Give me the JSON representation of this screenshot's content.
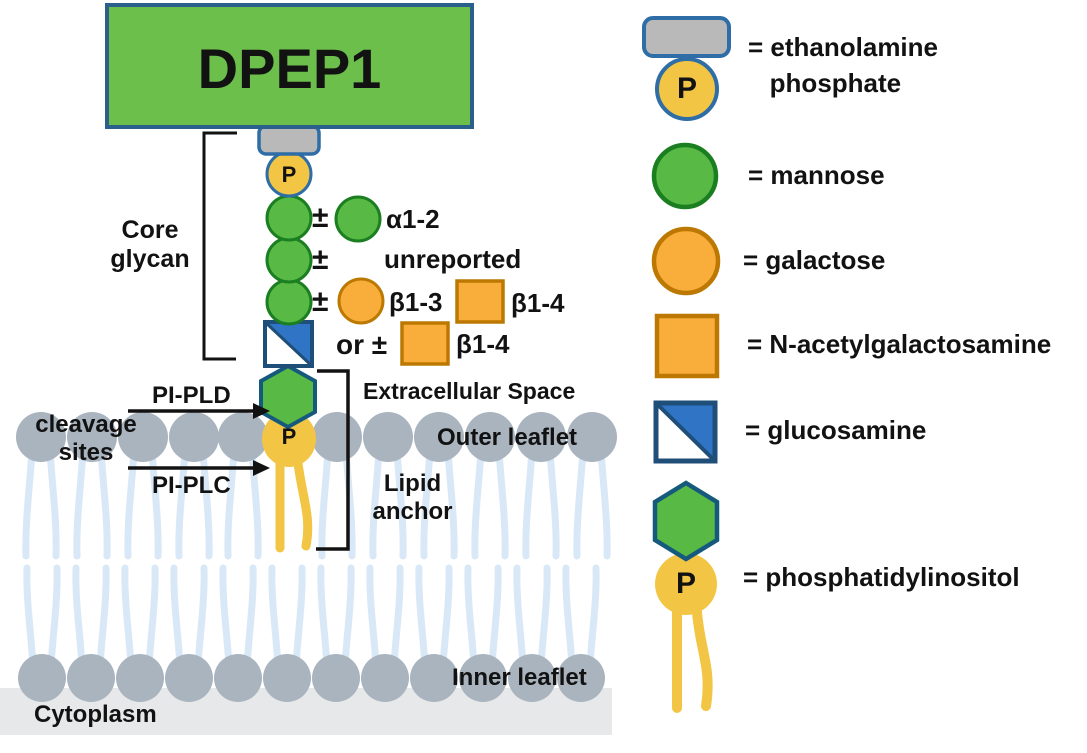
{
  "diagram": {
    "protein": "DPEP1",
    "core_glycan": "Core\nglycan",
    "annotations": {
      "alpha_row": {
        "pm": "±",
        "label": "α1-2"
      },
      "unreported_row": {
        "pm": "±",
        "label": "unreported"
      },
      "beta_row": {
        "pm": "±",
        "galactose_label": "β1-3",
        "galnac_label": "β1-4"
      },
      "or_row": {
        "pm": "or ±",
        "galnac_label": "β1-4"
      }
    },
    "extracellular": "Extracellular Space",
    "outer_leaflet": "Outer leaflet",
    "inner_leaflet": "Inner leaflet",
    "cytoplasm": "Cytoplasm",
    "cleavage_sites": "cleavage\nsites",
    "pi_pld": "PI-PLD",
    "pi_plc": "PI-PLC",
    "lipid_anchor": "Lipid\nanchor"
  },
  "symbols": {
    "phosphate": "P"
  },
  "legend": {
    "items": [
      {
        "symbol": "ethanolamine-phosphate",
        "label": "= ethanolamine\n   phosphate"
      },
      {
        "symbol": "mannose",
        "label": "= mannose"
      },
      {
        "symbol": "galactose",
        "label": "= galactose"
      },
      {
        "symbol": "n-acetylgalactosamine",
        "label": "= N-acetylgalactosamine"
      },
      {
        "symbol": "glucosamine",
        "label": "= glucosamine"
      },
      {
        "symbol": "phosphatidylinositol",
        "label": "= phosphatidylinositol"
      }
    ]
  },
  "colors": {
    "protein_green": "#6cbf4b",
    "sugar_green": "#58ba44",
    "green_border": "#1b7e21",
    "galactose_orange": "#f9ae3b",
    "orange_border": "#bc7800",
    "glucosamine_blue": "#2f74c5",
    "navy_border": "#1f4e79",
    "inositol_border": "#15597c",
    "phosphate_yellow": "#f2c644",
    "blue_border": "#2e6da6",
    "ethanolamine_gray": "#b9b9b9",
    "lipid_head_gray": "#a9b4bf",
    "lipid_tail_blue": "#d9e8f6",
    "cytoplasm_gray": "#e7e8e9"
  }
}
